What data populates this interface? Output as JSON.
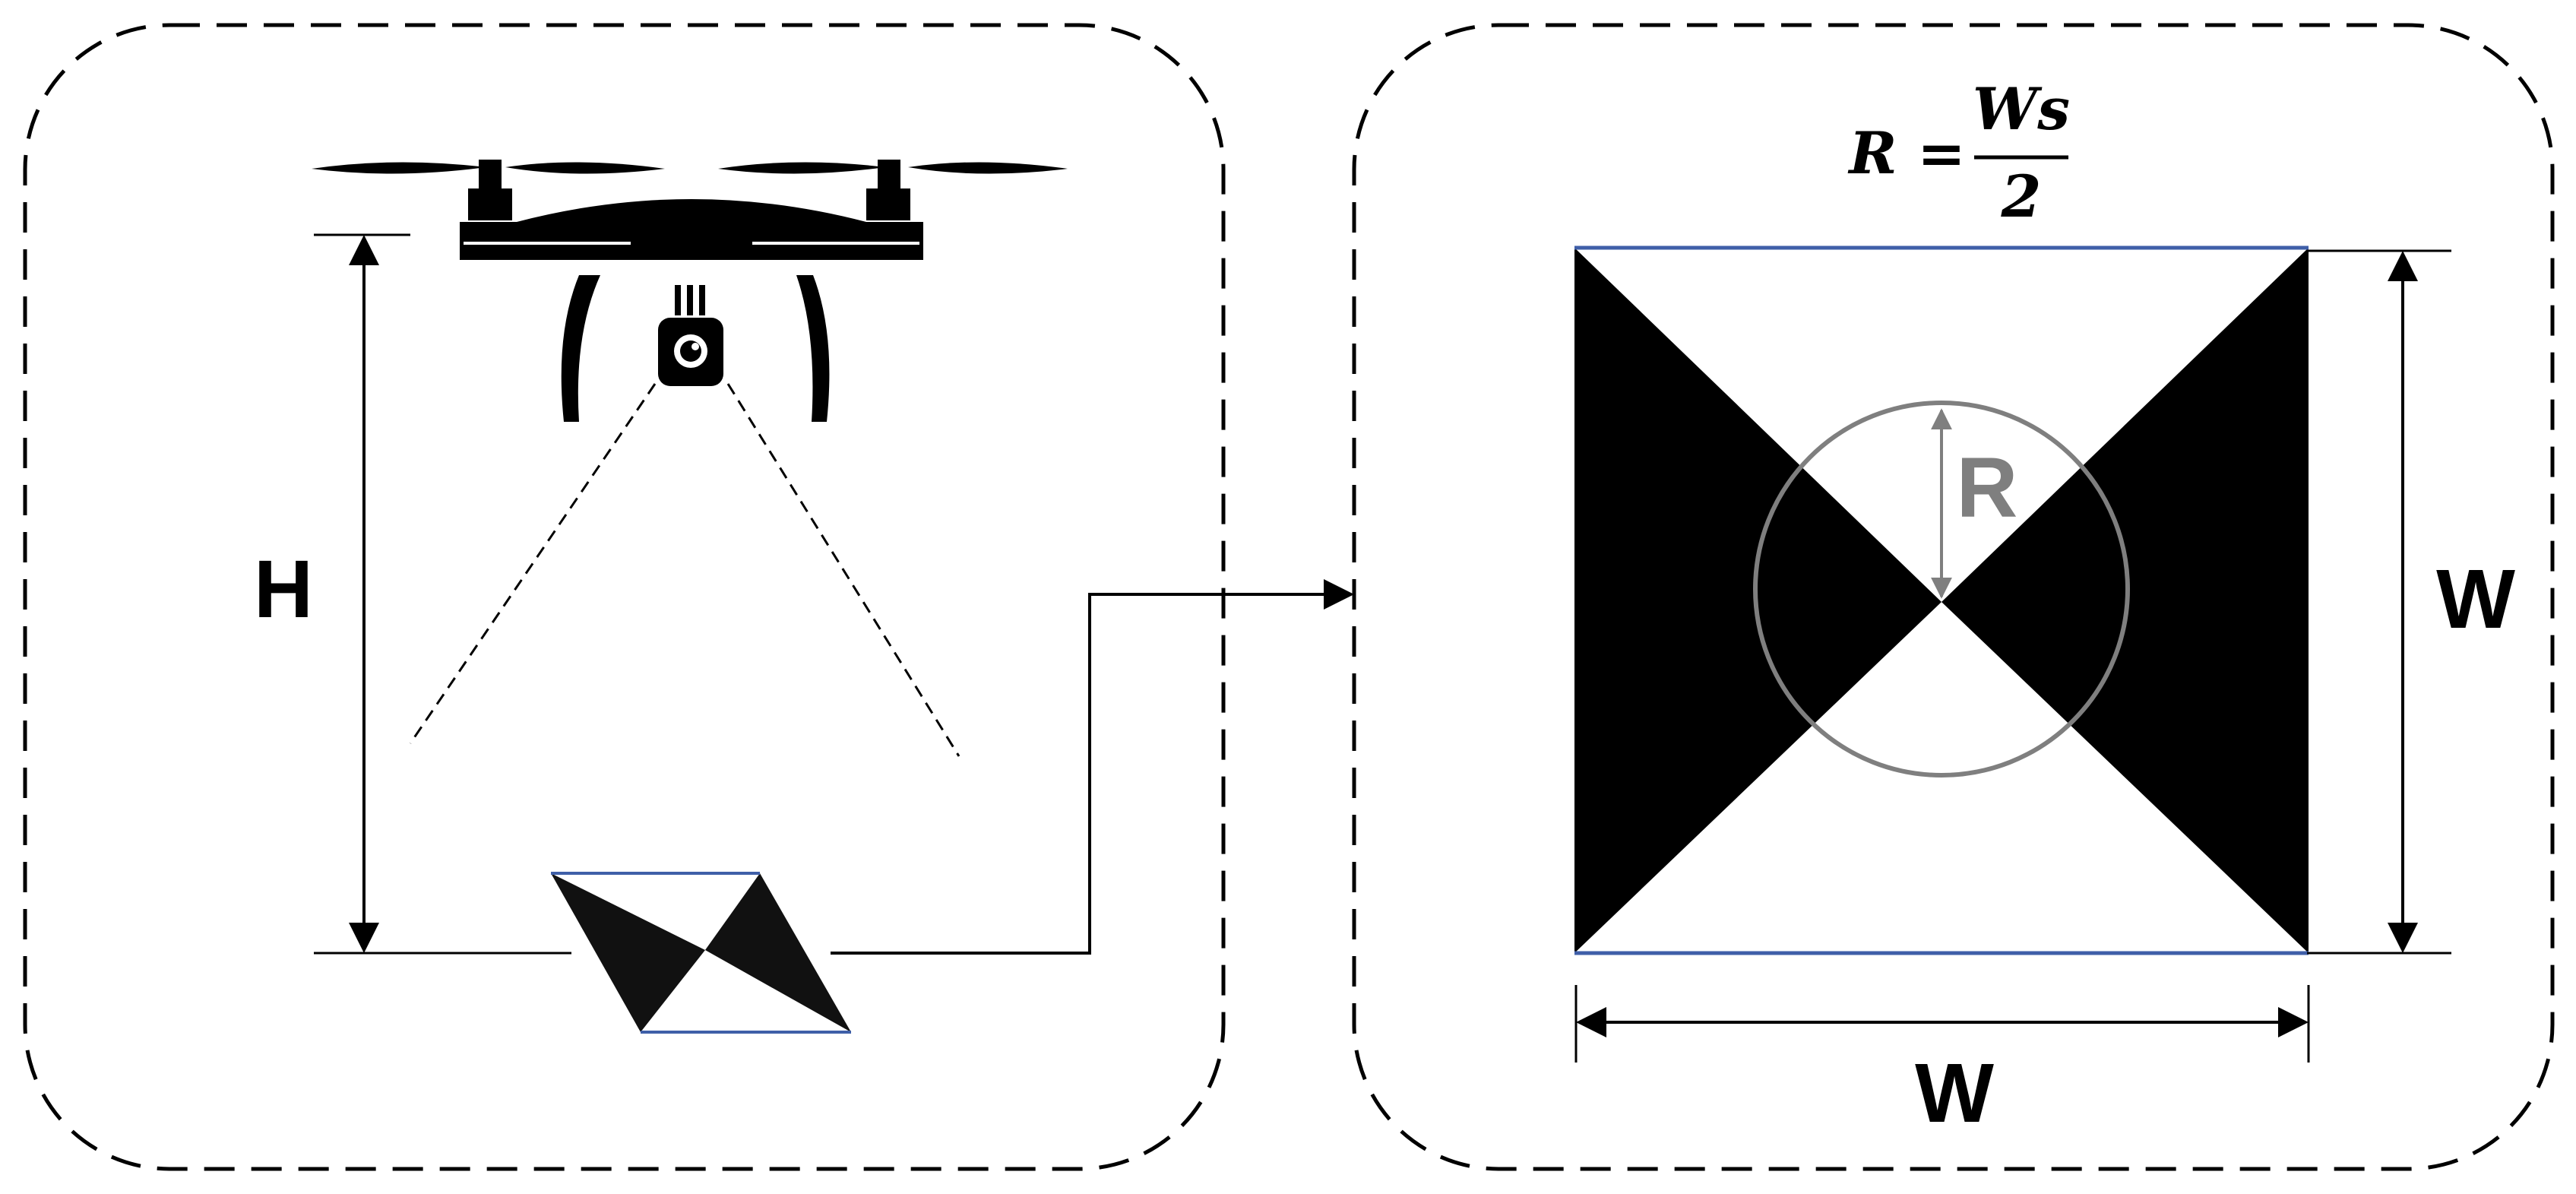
{
  "labels": {
    "height": "H",
    "width_right": "W",
    "width_bottom": "W",
    "radius": "R"
  },
  "formula": {
    "lhs": "R",
    "equals": "=",
    "numerator": "Ws",
    "denominator": "2"
  },
  "colors": {
    "stroke": "#000000",
    "target_fill": "#000000",
    "target_edge": "#3f5fa8",
    "circle": "#7f7f7f",
    "radius_label": "#7f7f7f"
  },
  "icons": {
    "drone": "drone-icon",
    "camera": "camera-icon"
  }
}
